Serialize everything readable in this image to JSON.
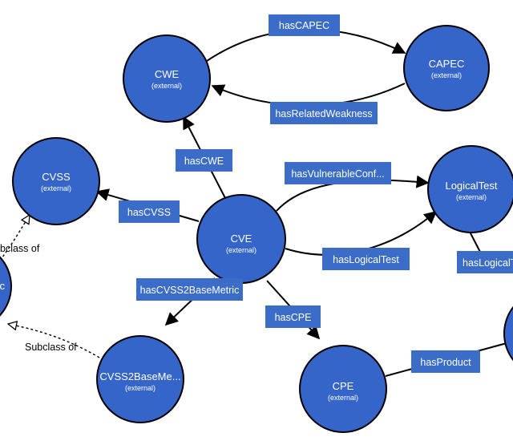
{
  "colors": {
    "node_fill": "#3565c9",
    "node_stroke": "#000000",
    "label_fill": "#3a6cc8",
    "edge": "#000000",
    "text": "#ffffff"
  },
  "nodes": [
    {
      "id": "cwe",
      "title": "CWE",
      "subtitle": "(external)"
    },
    {
      "id": "capec",
      "title": "CAPEC",
      "subtitle": "(external)"
    },
    {
      "id": "cvss",
      "title": "CVSS",
      "subtitle": "(external)"
    },
    {
      "id": "cve",
      "title": "CVE",
      "subtitle": "(external)"
    },
    {
      "id": "logicaltest",
      "title": "LogicalTest",
      "subtitle": "(external)"
    },
    {
      "id": "cvss2",
      "title": "CVSS2BaseMe...",
      "subtitle": "(external)"
    },
    {
      "id": "cpe",
      "title": "CPE",
      "subtitle": "(external)"
    },
    {
      "id": "left-partial",
      "title": "c",
      "subtitle": ""
    },
    {
      "id": "right-partial",
      "title": "",
      "subtitle": ""
    }
  ],
  "edges": [
    {
      "id": "hascapec",
      "label": "hasCAPEC"
    },
    {
      "id": "hasrelatedweakness",
      "label": "hasRelatedWeakness"
    },
    {
      "id": "hascwe",
      "label": "hasCWE"
    },
    {
      "id": "hascvss",
      "label": "hasCVSS"
    },
    {
      "id": "hasvulnerableconf",
      "label": "hasVulnerableConf..."
    },
    {
      "id": "haslogicaltest",
      "label": "hasLogicalTest"
    },
    {
      "id": "haslogicalt-partial",
      "label": "hasLogicalT"
    },
    {
      "id": "hascvss2basemetric",
      "label": "hasCVSS2BaseMetric"
    },
    {
      "id": "hascpe",
      "label": "hasCPE"
    },
    {
      "id": "hasproduct",
      "label": "hasProduct"
    }
  ],
  "subclass_labels": [
    {
      "id": "subclass-upper",
      "text": "bclass of"
    },
    {
      "id": "subclass-lower",
      "text": "Subclass of"
    }
  ]
}
